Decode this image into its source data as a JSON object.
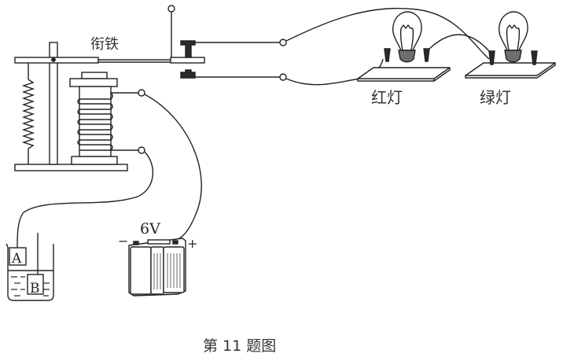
{
  "labels": {
    "armature": "衔铁",
    "red_lamp": "红灯",
    "green_lamp": "绿灯",
    "voltage": "6V",
    "minus": "−",
    "plus": "+",
    "electrode_a": "A",
    "electrode_b": "B",
    "caption": "第 11 题图"
  },
  "colors": {
    "line": "#222222",
    "dark_fill": "#2a2a2a",
    "gray_fill": "#6e6e6e",
    "water_dash": "#444444"
  }
}
